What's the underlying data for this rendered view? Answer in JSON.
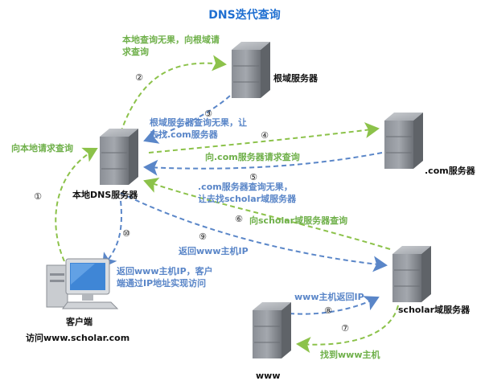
{
  "title": "DNS迭代查询",
  "nodes": {
    "root": "根域服务器",
    "local": "本地DNS服务器",
    "com": ".com服务器",
    "scholar": "scholar域服务器",
    "www": "www",
    "client": "客户端",
    "client_sub": "访问www.scholar.com"
  },
  "steps": [
    {
      "num": "①",
      "text": "向本地请求查询"
    },
    {
      "num": "②",
      "text": "本地查询无果，向根域请\n求查询"
    },
    {
      "num": "③",
      "text": "根域服务器查询无果，让\n去找.com服务器"
    },
    {
      "num": "④",
      "text": "向.com服务器请求查询"
    },
    {
      "num": "⑤",
      "text": ".com服务器查询无果，\n让去找scholar域服务器"
    },
    {
      "num": "⑥",
      "text": "向scholar域服务器查询"
    },
    {
      "num": "⑦",
      "text": "找到www主机"
    },
    {
      "num": "⑧",
      "text": "www主机返回IP"
    },
    {
      "num": "⑨",
      "text": "返回www主机IP"
    },
    {
      "num": "⑩",
      "text": "返回www主机IP，客户\n端通过IP地址实现访问"
    }
  ],
  "colors": {
    "title": "#1f6fd1",
    "request": "#8cc24a",
    "response": "#5a86c8"
  }
}
